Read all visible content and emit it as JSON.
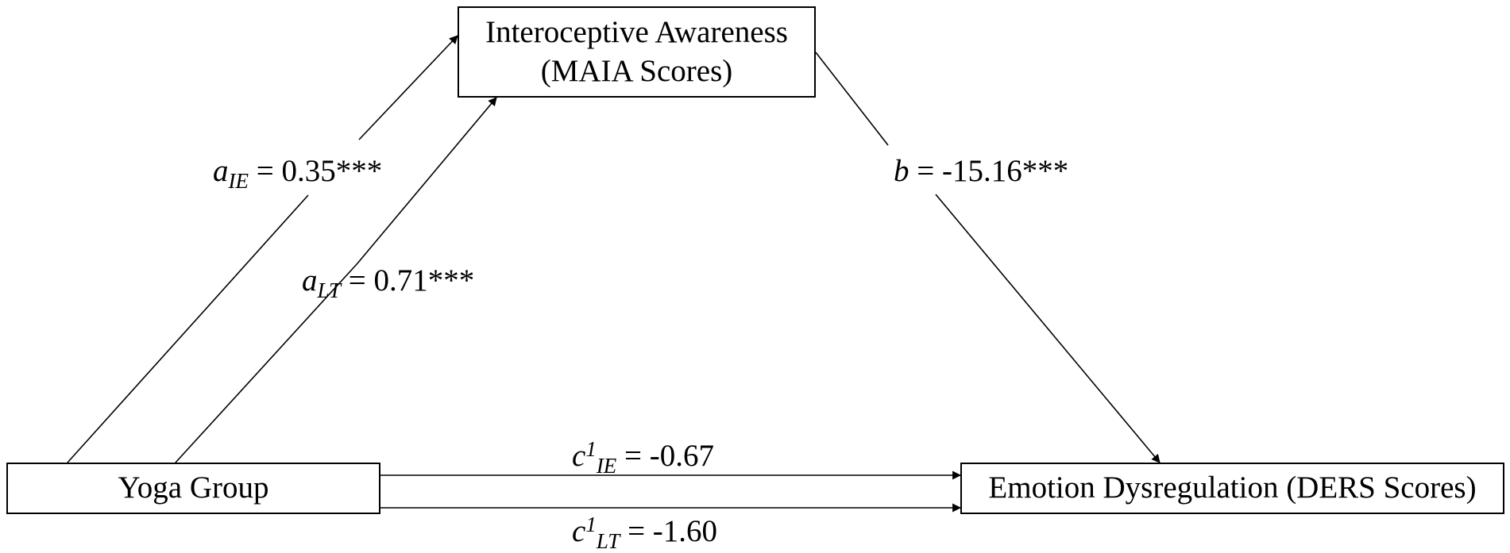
{
  "nodes": {
    "mediator": {
      "line1": "Interoceptive Awareness",
      "line2": "(MAIA Scores)"
    },
    "predictor": {
      "label": "Yoga Group"
    },
    "outcome": {
      "label": "Emotion Dysregulation (DERS Scores)"
    }
  },
  "paths": {
    "a_ie": {
      "symbol": "a",
      "subscript": "IE",
      "value": " = 0.35***"
    },
    "a_lt": {
      "symbol": "a",
      "subscript": "LT",
      "value": " = 0.71***"
    },
    "b": {
      "symbol": "b",
      "value": " = -15.16***"
    },
    "c_ie": {
      "symbol": "c",
      "superscript": "1",
      "subscript": "IE",
      "value": " = -0.67"
    },
    "c_lt": {
      "symbol": "c",
      "superscript": "1",
      "subscript": "LT",
      "value": " = -1.60"
    }
  }
}
